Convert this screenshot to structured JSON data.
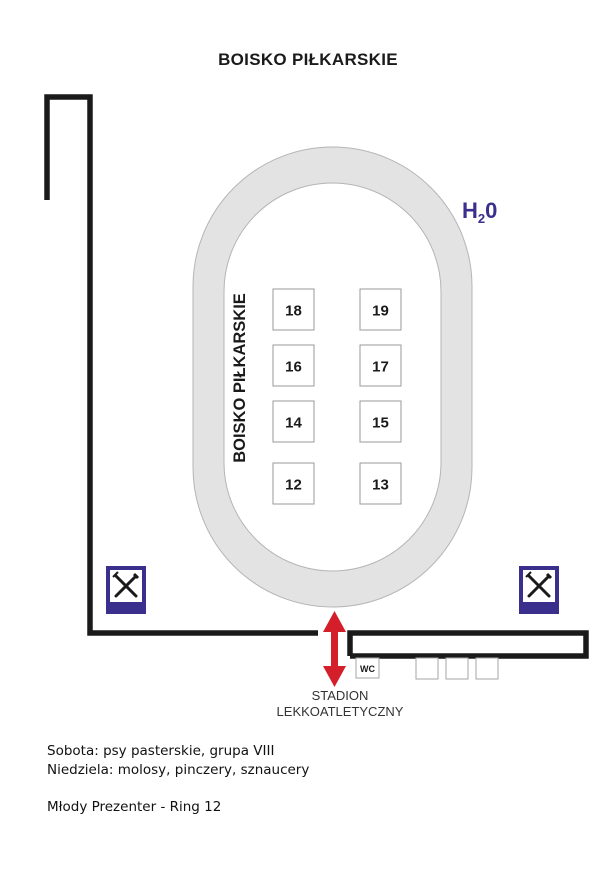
{
  "title": "BOISKO PIŁKARSKIE",
  "field_label": "BOISKO PIŁKARSKIE",
  "water": {
    "main": "H",
    "sub": "2",
    "tail": "0"
  },
  "rings": [
    {
      "label": "18",
      "column": 1,
      "row": 1
    },
    {
      "label": "19",
      "column": 2,
      "row": 1
    },
    {
      "label": "16",
      "column": 1,
      "row": 2
    },
    {
      "label": "17",
      "column": 2,
      "row": 2
    },
    {
      "label": "14",
      "column": 1,
      "row": 3
    },
    {
      "label": "15",
      "column": 2,
      "row": 3
    },
    {
      "label": "12",
      "column": 1,
      "row": 4
    },
    {
      "label": "13",
      "column": 2,
      "row": 4
    }
  ],
  "wc_label": "WC",
  "stadium": {
    "line1": "STADION",
    "line2": "LEKKOATLETYCZNY"
  },
  "food_icons": [
    "fork-knife-icon",
    "fork-knife-icon"
  ],
  "notes": {
    "saturday": "Sobota: psy pasterskie, grupa VIII",
    "sunday": "Niedziela: molosy, pinczery, sznaucery",
    "junior": "Młody Prezenter - Ring 12"
  },
  "colors": {
    "track": "#e3e3e3",
    "wall": "#1a1a1a",
    "arrow": "#d41f2a",
    "accent": "#3a2f8c",
    "ring_border": "#9a9a9a"
  }
}
